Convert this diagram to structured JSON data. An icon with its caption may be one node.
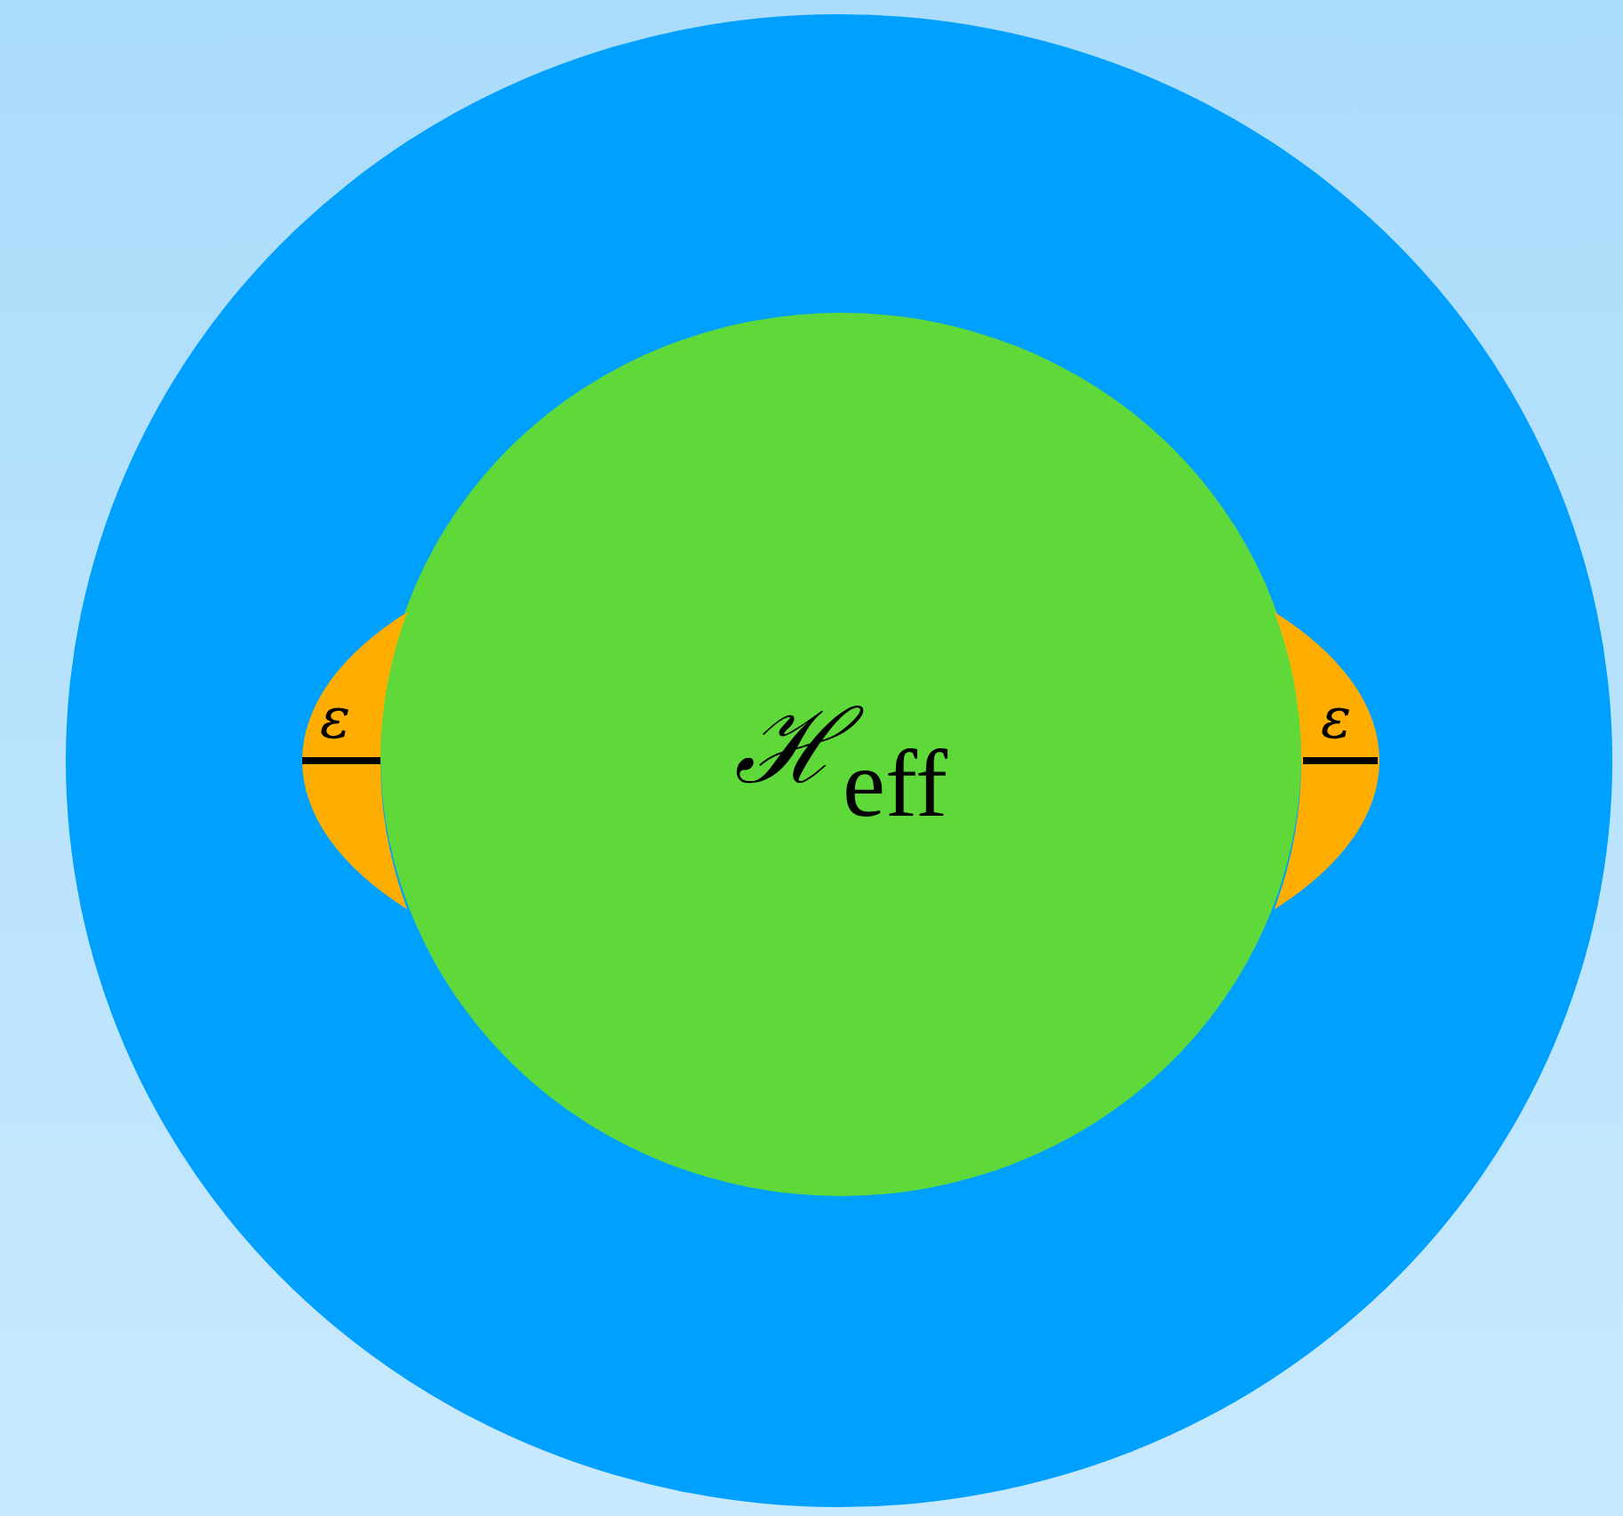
{
  "diagram": {
    "nodes": [
      {
        "text": [],
        "shape": "circle"
      },
      {
        "text": [
          "ε"
        ],
        "in": 0
      },
      {
        "text": [
          "ε"
        ],
        "in": 0
      },
      {
        "text": [
          "ℋ$_{eff}$"
        ],
        "in": 0
      }
    ]
  }
}
